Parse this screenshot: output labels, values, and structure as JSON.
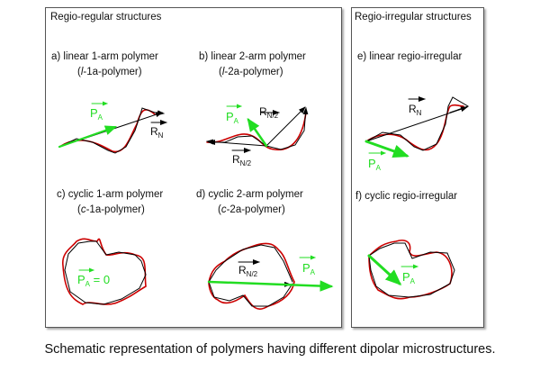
{
  "panels": {
    "regular": {
      "title": "Regio-regular structures",
      "a": {
        "label": "a) linear 1-arm polymer",
        "sub_prefix": "(",
        "sub_italic": "l",
        "sub_rest": "-1a-polymer)"
      },
      "b": {
        "label": "b)  linear 2-arm polymer",
        "sub_prefix": "(",
        "sub_italic": "l",
        "sub_rest": "-2a-polymer)"
      },
      "c": {
        "label": "c) cyclic 1-arm polymer",
        "sub_prefix": "(",
        "sub_italic": "c",
        "sub_rest": "-1a-polymer)"
      },
      "d": {
        "label": "d)  cyclic 2-arm polymer",
        "sub_prefix": "(",
        "sub_italic": "c",
        "sub_rest": "-2a-polymer)"
      }
    },
    "irregular": {
      "title": "Regio-irregular structures",
      "e": {
        "label": "e) linear regio-irregular"
      },
      "f": {
        "label": "f) cyclic regio-irregular"
      }
    }
  },
  "vectors": {
    "P": "P",
    "A": "A",
    "R": "R",
    "N": "N",
    "N2": "N/2",
    "zero": " = 0"
  },
  "caption": "Schematic representation of polymers having different dipolar microstructures.",
  "colors": {
    "dipole": "#22dd22",
    "chain": "#cc0000",
    "vector": "#000000"
  }
}
